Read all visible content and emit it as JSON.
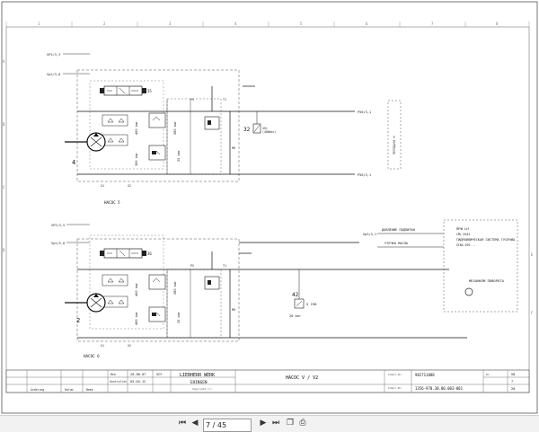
{
  "sheet": {
    "column_numbers": [
      "1",
      "2",
      "3",
      "4",
      "5",
      "6",
      "7",
      "8"
    ],
    "row_letters": [
      "A",
      "B",
      "C",
      "D",
      "E",
      "F"
    ]
  },
  "upper_circuit": {
    "port_top_1": "SP5/3,3",
    "port_top_2": "SpS/3,8",
    "pressure_1": "35",
    "pressure_2": "400 bar",
    "pressure_3": "300 bar",
    "pressure_4": "280 bar",
    "pressure_5": "25 bar",
    "pressure_6": "451\n(400bar)",
    "sensor_id": "32",
    "pump_number": "4",
    "out_top": "P56/3,1",
    "out_bottom": "P56/3,1",
    "label_ps": "PS",
    "label_t1": "T1",
    "label_mh": "MH",
    "label_x1": "X1",
    "label_x2": "X2",
    "box_label": "ПЕРЕДАЧИ Н",
    "unit": "HACOC 5"
  },
  "lower_circuit": {
    "port_top_1": "SP5/3,5",
    "port_top_2": "SpS/5,8",
    "pressure_1": "36",
    "pressure_2": "400 bar",
    "pressure_3": "400 bar",
    "pressure_4": "280 bar",
    "pressure_5": "25 bar",
    "pump_number": "2",
    "valve_id": "42",
    "valve_value": "5 190",
    "valve_pressure": "20 bar",
    "label_ps": "PS",
    "label_t1": "T1",
    "label_mh": "MH",
    "label_x1": "X1",
    "label_x2": "X2",
    "unit": "HACOC 6"
  },
  "right_block": {
    "line_1": "ДАВЛЕНИЕ ПОДПИТКИ",
    "line_2": "УТЕЧКА МАСЛА",
    "ref": "SpS/3,1",
    "box_title": "ПРИ LH",
    "box_line_1": "CML 6101",
    "box_line_2": "ГИДРАВЛИЧЕСКАЯ СИСТЕМА ГУСЕНИЦ",
    "box_line_3": "SINX-070...",
    "mechanism": "МЕХАНИЗМ ПОВОРОТА"
  },
  "title_block": {
    "col_1": "Änderung",
    "col_2": "Datum",
    "col_3": "Name",
    "row_1": "Bea",
    "row_1_date": "20.08.07",
    "row_1_name": "SCF",
    "row_2": "Kontrollen",
    "row_2_date": "03.04.12",
    "company": "LIEBHERR WERK",
    "company_city": "EHINGEN",
    "copyright": "Copyright (c)",
    "drawing_title": "HACOC V / V2",
    "id_label_1": "Ident-Nr.",
    "id_value_1": "982711888",
    "id_label_2": "Ident-Nr.",
    "id_value_2": "1356-970.30.00.003-001",
    "sheet_label": "Bl.",
    "sheet_num": "7",
    "sheet_of": "20",
    "version": "V8"
  },
  "toolbar": {
    "first_icon": "first-page-icon",
    "prev_icon": "prev-page-icon",
    "next_icon": "next-page-icon",
    "last_icon": "last-page-icon",
    "page_value": "7 / 45",
    "page_total": ""
  }
}
